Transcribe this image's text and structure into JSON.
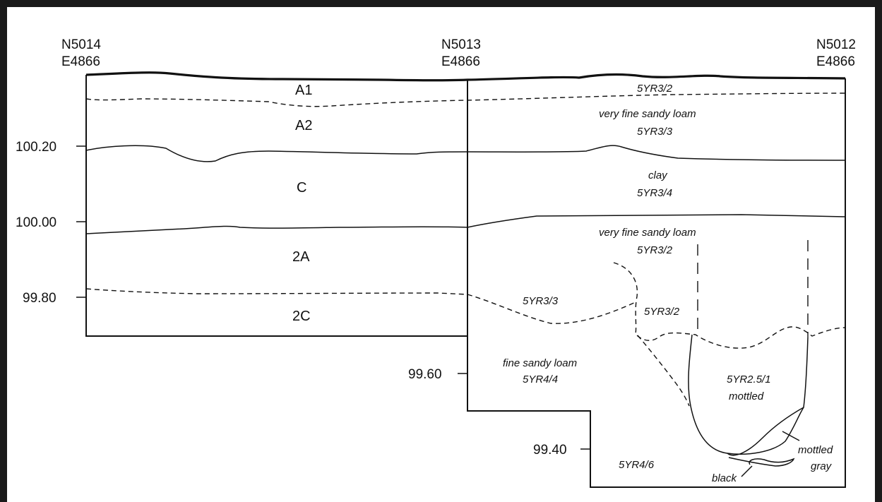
{
  "grid_points": [
    {
      "northing": "N5014",
      "easting": "E4866"
    },
    {
      "northing": "N5013",
      "easting": "E4866"
    },
    {
      "northing": "N5012",
      "easting": "E4866"
    }
  ],
  "elevations": [
    "100.20",
    "100.00",
    "99.80",
    "99.60",
    "99.40"
  ],
  "horizons": [
    "A1",
    "A2",
    "C",
    "2A",
    "2C"
  ],
  "notes": {
    "a1_color": "5YR3/2",
    "a2_texture": "very fine sandy loam",
    "a2_color": "5YR3/3",
    "c_texture": "clay",
    "c_color": "5YR3/4",
    "twoa_texture": "very fine sandy loam",
    "twoa_color": "5YR3/2",
    "lens_color": "5YR3/3",
    "pit_upper_color": "5YR3/2",
    "lower_texture": "fine sandy loam",
    "lower_color": "5YR4/4",
    "pit_color": "5YR2.5/1",
    "pit_desc": "mottled",
    "bottom_color": "5YR4/6",
    "mottled": "mottled",
    "gray": "gray",
    "black": "black"
  }
}
